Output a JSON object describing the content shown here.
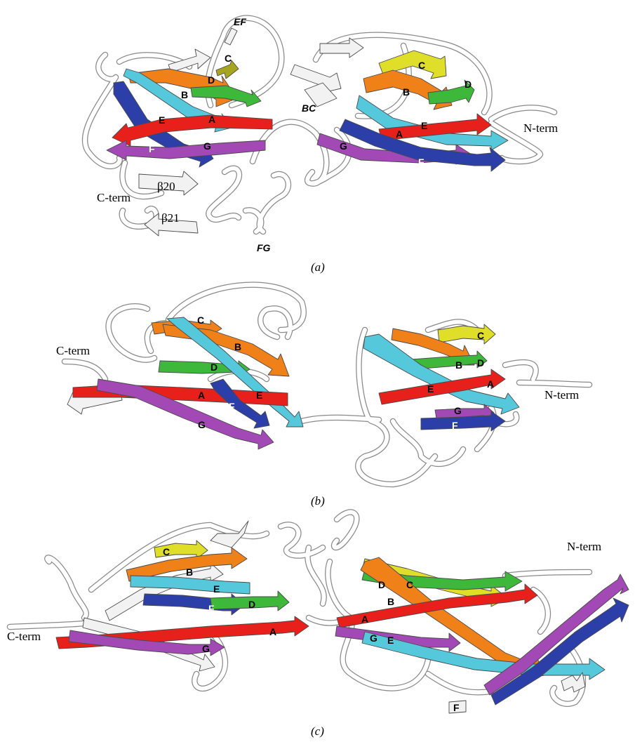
{
  "colors": {
    "A": "#e8201c",
    "B": "#f08119",
    "C": "#dfdf2a",
    "D": "#3db83a",
    "E": "#55c8dc",
    "F": "#2c3fa8",
    "G": "#a349b5",
    "other": "#f2f2f2",
    "olive": "#a7a520"
  },
  "panels": [
    {
      "caption": "(a)",
      "terminus_left": "C-term",
      "terminus_right": "N-term",
      "loop_labels": [
        "EF",
        "BC",
        "FG"
      ],
      "extra_strands": [
        "β20",
        "β21"
      ],
      "strand_labels": [
        "A",
        "B",
        "C",
        "D",
        "E",
        "F",
        "G",
        "C",
        "B",
        "D",
        "A",
        "E",
        "G",
        "F"
      ]
    },
    {
      "caption": "(b)",
      "terminus_left": "C-term",
      "terminus_right": "N-term",
      "strand_labels": [
        "C",
        "B",
        "D",
        "E",
        "A",
        "F",
        "G",
        "C",
        "B",
        "D",
        "E",
        "A",
        "G",
        "F"
      ]
    },
    {
      "caption": "(c)",
      "terminus_left": "C-term",
      "terminus_right": "N-term",
      "strand_labels": [
        "C",
        "B",
        "E",
        "F",
        "D",
        "A",
        "G",
        "D",
        "C",
        "B",
        "A",
        "G",
        "E",
        "F"
      ]
    }
  ]
}
